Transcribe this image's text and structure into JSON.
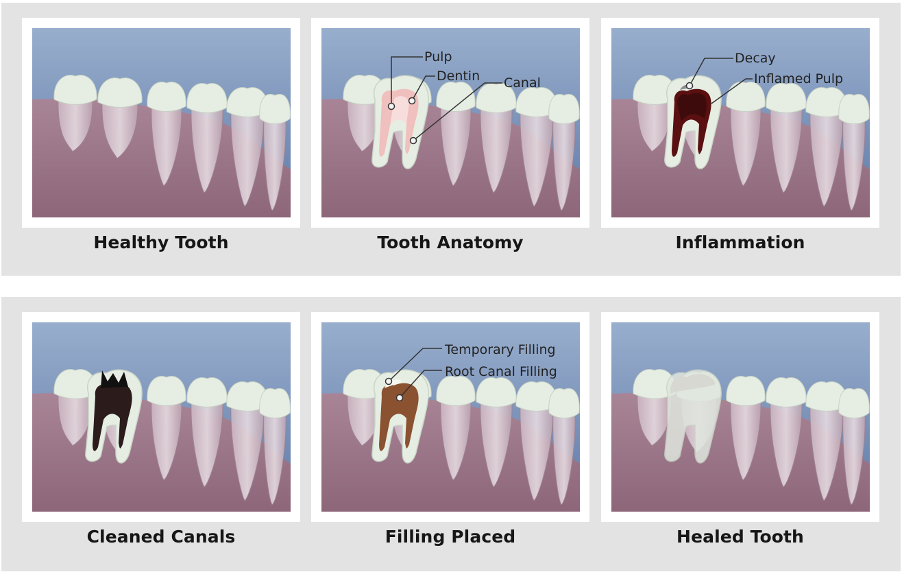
{
  "panels": [
    {
      "caption": "Healthy Tooth",
      "labels": []
    },
    {
      "caption": "Tooth Anatomy",
      "labels": [
        "Pulp",
        "Dentin",
        "Canal"
      ]
    },
    {
      "caption": "Inflammation",
      "labels": [
        "Decay",
        "Inflamed Pulp"
      ]
    },
    {
      "caption": "Cleaned Canals",
      "labels": []
    },
    {
      "caption": "Filling Placed",
      "labels": [
        "Temporary Filling",
        "Root Canal Filling"
      ]
    },
    {
      "caption": "Healed Tooth",
      "labels": []
    }
  ],
  "colors": {
    "background_band": "#e3e3e3",
    "sky_top": "#98aecd",
    "gum": "#a88596",
    "enamel": "#e6eee4",
    "pulp_healthy": "#efc0bd",
    "pulp_inflamed": "#5a1010",
    "canal_cleaned": "#2b1c1b",
    "filling": "#8a5230"
  }
}
